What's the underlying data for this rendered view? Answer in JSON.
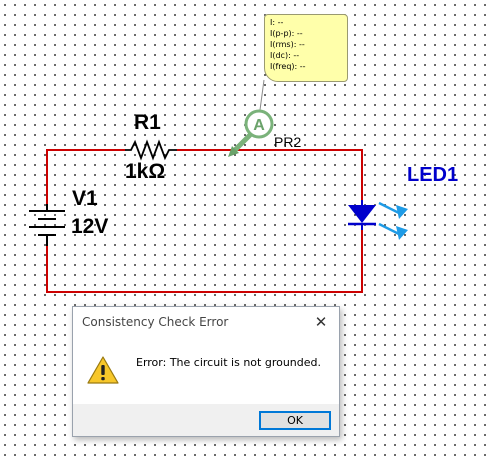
{
  "probe": {
    "name": "PR2",
    "symbol": "A",
    "readout": [
      "I: --",
      "I(p-p): --",
      "I(rms): --",
      "I(dc): --",
      "I(freq): --"
    ]
  },
  "components": {
    "resistor": {
      "name": "R1",
      "value": "1kΩ"
    },
    "source": {
      "name": "V1",
      "value": "12V"
    },
    "led": {
      "name": "LED1"
    }
  },
  "colors": {
    "wire": "#cc0000",
    "led": "#0000cc",
    "led_rays": "#1e9be6",
    "probe": "#7ab27a",
    "tooltip": "#ffffaa"
  },
  "dialog": {
    "title": "Consistency Check Error",
    "close_symbol": "✕",
    "message": "Error: The circuit is not grounded.",
    "ok_label": "OK",
    "icon": "warning-icon"
  }
}
